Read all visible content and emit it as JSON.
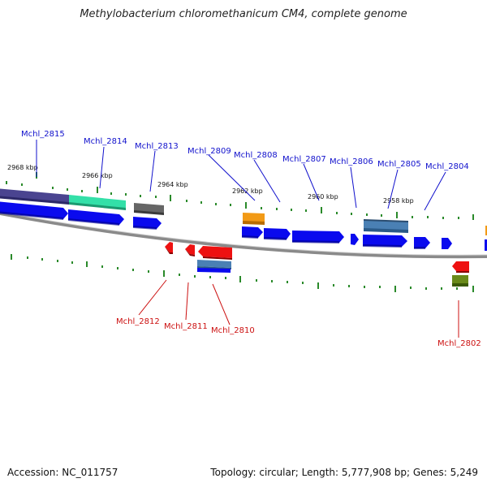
{
  "title": "Methylobacterium chloromethanicum CM4, complete genome",
  "footer": {
    "accession": "Accession: NC_011757",
    "summary": "Topology: circular; Length: 5,777,908 bp; Genes: 5,249"
  },
  "colors": {
    "blue": "#0a0aee",
    "red": "#ee1111",
    "forward_label": "#1010cc",
    "reverse_label": "#cc1010",
    "tick": "#2a8a2a",
    "backbone": "#8a8a8a",
    "purple": "#4a4490",
    "teal": "#33e0a8",
    "gray": "#666666",
    "orange": "#f29a16",
    "steelblue": "#4a80b4",
    "olive": "#6a8a1a"
  },
  "scale_labels": [
    "2968 kbp",
    "2966 kbp",
    "2964 kbp",
    "2962 kbp",
    "2960 kbp",
    "2958 kbp"
  ],
  "forward_genes": [
    "Mchl_2815",
    "Mchl_2814",
    "Mchl_2813",
    "Mchl_2809",
    "Mchl_2808",
    "Mchl_2807",
    "Mchl_2806",
    "Mchl_2805",
    "Mchl_2804"
  ],
  "reverse_genes": [
    "Mchl_2812",
    "Mchl_2811",
    "Mchl_2810",
    "Mchl_2802"
  ]
}
